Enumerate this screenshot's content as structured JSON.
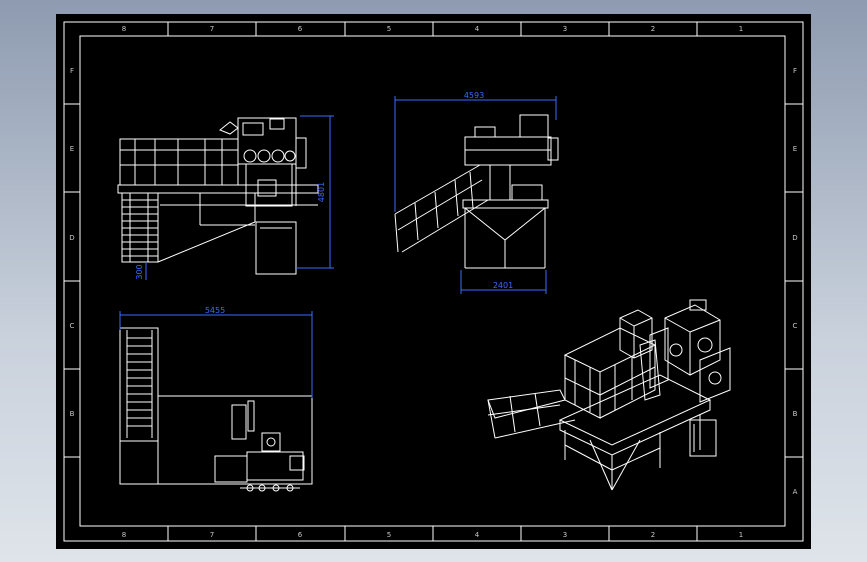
{
  "drawing": {
    "colors": {
      "background": "#000000",
      "frame": "#ffffff",
      "geometry": "#ffffff",
      "dimension": "#3a6bff",
      "zone_text": "#c8c8c8"
    },
    "zones_columns": [
      "8",
      "7",
      "6",
      "5",
      "4",
      "3",
      "2",
      "1"
    ],
    "zones_rows": [
      "F",
      "E",
      "D",
      "C",
      "B",
      "A"
    ]
  },
  "dimensions": {
    "front_height": "4801",
    "front_small": "300",
    "side_width": "4593",
    "side_base": "2401",
    "top_width": "5455"
  }
}
